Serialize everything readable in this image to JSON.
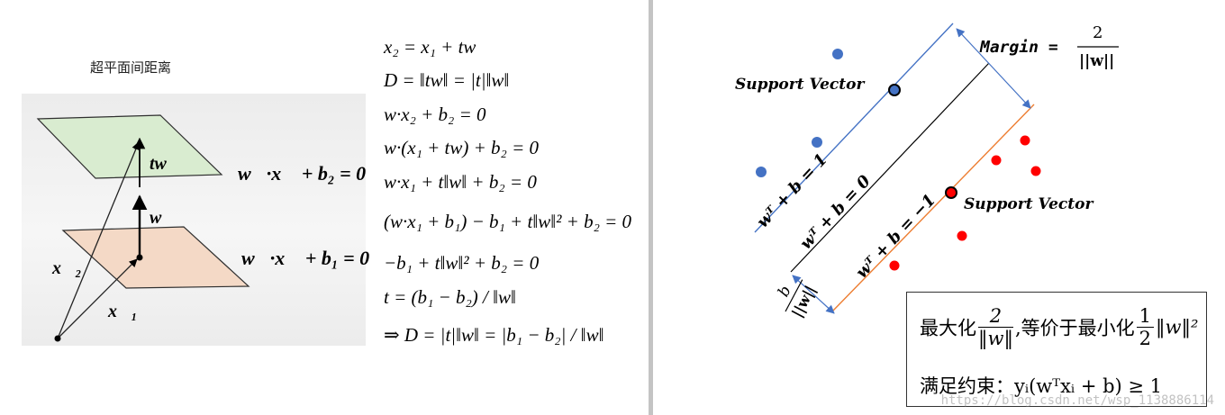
{
  "left": {
    "caption": "超平面间距离",
    "upper_plane_label": "w⃗·x⃗ + b₂ = 0",
    "lower_plane_label": "w⃗·x⃗ + b₁ = 0",
    "tw_label": "tw⃗",
    "w_label": "w⃗",
    "x2_label": "x⃗₂",
    "x1_label": "x⃗₁"
  },
  "derivation": [
    "x₂ = x₁ + tw",
    "D = ‖tw‖ = |t|‖w‖",
    "w·x₂ + b₂ = 0",
    "w·(x₁ + tw) + b₂ = 0",
    "w·x₁ + t‖w‖ + b₂ = 0",
    "(w·x₁ + b₁) − b₁ + t‖w‖² + b₂ = 0",
    "−b₁ + t‖w‖² + b₂ = 0",
    "t = (b₁ − b₂) / ‖w‖",
    "⇒ D = |t|‖w‖ = |b₁ − b₂| / ‖w‖"
  ],
  "right": {
    "margin_text": "Margin =",
    "margin_num": "2",
    "margin_den": "||w||",
    "sv_label_top": "Support Vector",
    "sv_label_bottom": "Support Vector",
    "line_pos": "wᵀ + b = 1",
    "line_zero": "wᵀ + b = 0",
    "line_neg": "wᵀ + b = −1",
    "b_num": "b",
    "b_den": "||w||",
    "box_line1_prefix": "最大化",
    "box_line1_frac_num": "2",
    "box_line1_frac_den": "‖w‖",
    "box_line1_mid": ",等价于最小化",
    "box_line1_half_num": "1",
    "box_line1_half_den": "2",
    "box_line1_suffix": "‖w‖²",
    "box_line2": "满足约束：yᵢ(wᵀxᵢ + b) ≥ 1",
    "colors": {
      "blue": "#4472c4",
      "red": "#ff0000",
      "orange": "#ed7d31",
      "black": "#000000"
    }
  },
  "watermark": "https://blog.csdn.net/wsp_1138886114"
}
